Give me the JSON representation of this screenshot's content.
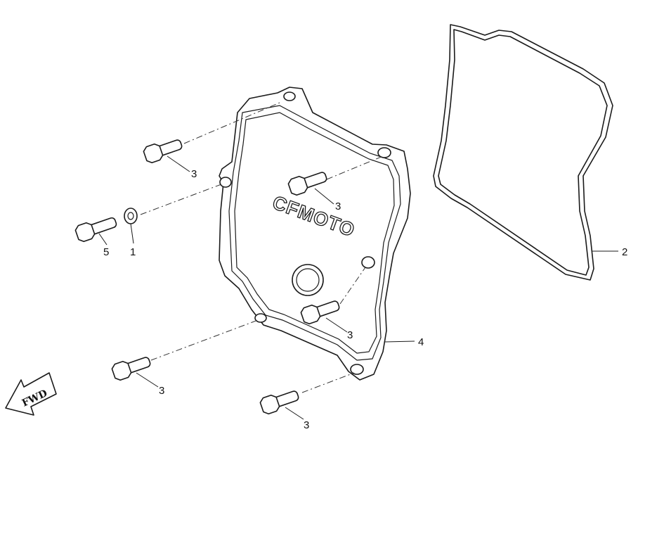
{
  "callouts": {
    "washer": "1",
    "gasket": "2",
    "bolt_a": "3",
    "bolt_b": "3",
    "bolt_c": "3",
    "bolt_d": "3",
    "bolt_e": "3",
    "cover": "4",
    "bolt_long": "5"
  },
  "logo_text": "CFMOTO",
  "fwd_text": "FWD",
  "colors": {
    "line": "#1a1a1a",
    "background": "#ffffff"
  }
}
